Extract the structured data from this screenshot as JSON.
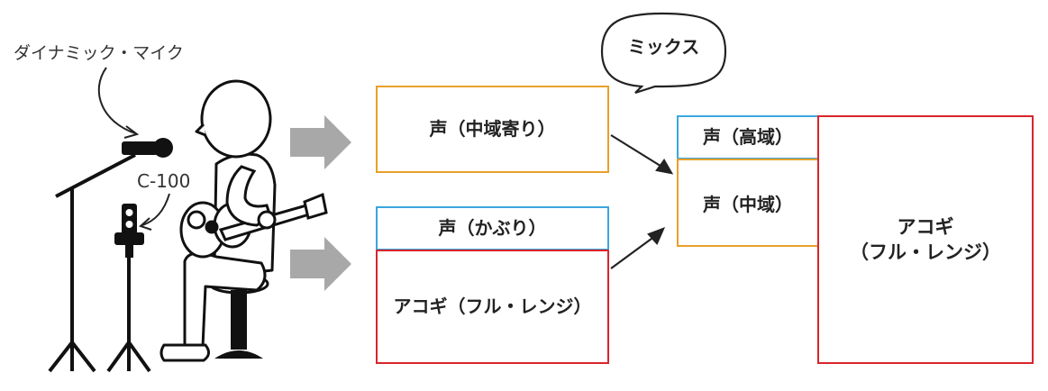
{
  "annotations": {
    "dynamic_mic": "ダイナミック・マイク",
    "condenser_mic": "C-100",
    "mix_bubble": "ミックス"
  },
  "track_top": {
    "label": "声（中域寄り）"
  },
  "track_bottom": {
    "vocal_bleed": "声（かぶり）",
    "guitar": "アコギ（フル・レンジ）"
  },
  "mix_result": {
    "vocal_high": "声（高域）",
    "vocal_mid": "声（中域）",
    "guitar_line1": "アコギ",
    "guitar_line2": "（フル・レンジ）"
  },
  "colors": {
    "orange": "#E9A02A",
    "blue": "#3AA6E0",
    "red": "#D9252C",
    "arrow_gray": "#A8A8A8",
    "line": "#222222"
  }
}
